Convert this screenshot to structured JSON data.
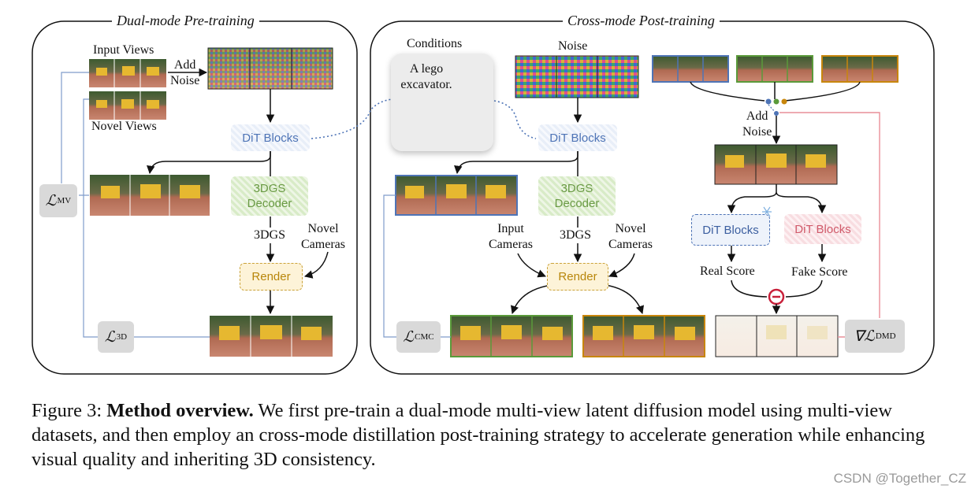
{
  "panels": {
    "left_title": "Dual-mode Pre-training",
    "right_title": "Cross-mode Post-training"
  },
  "left": {
    "input_views": "Input Views",
    "add_noise": "Add\nNoise",
    "novel_views": "Novel Views",
    "dit_blocks": "DiT Blocks",
    "dgs_decoder": "3DGS\nDecoder",
    "dgs": "3DGS",
    "novel_cameras": "Novel\nCameras",
    "render": "Render",
    "loss_mv": "MV",
    "loss_3d": "3D"
  },
  "conditions": {
    "title": "Conditions",
    "text": "A lego\nexcavator."
  },
  "middle": {
    "noise": "Noise",
    "dit_blocks": "DiT Blocks",
    "dgs_decoder": "3DGS\nDecoder",
    "dgs": "3DGS",
    "input_cameras": "Input\nCameras",
    "novel_cameras": "Novel\nCameras",
    "render": "Render",
    "loss_cmc": "CMC"
  },
  "right": {
    "add_noise": "Add\nNoise",
    "real_dit": "DiT Blocks",
    "fake_dit": "DiT Blocks",
    "real_score": "Real Score",
    "fake_score": "Fake Score",
    "loss_dmd": "DMD"
  },
  "caption": {
    "prefix": "Figure 3: ",
    "bold": "Method overview.",
    "body": " We first pre-train a dual-mode multi-view latent diffusion model using multi-view datasets, and then employ an cross-mode distillation post-training strategy to accelerate generation while enhancing visual quality and inheriting 3D consistency."
  },
  "watermark": "CSDN @Together_CZ",
  "colors": {
    "blue": "#4e74b6",
    "green": "#5a9a3a",
    "orange": "#c8860c",
    "pink": "#e98f98",
    "dit_text": "#4e74b6",
    "dgs_text": "#6a9a45",
    "render_text": "#b8860b"
  }
}
